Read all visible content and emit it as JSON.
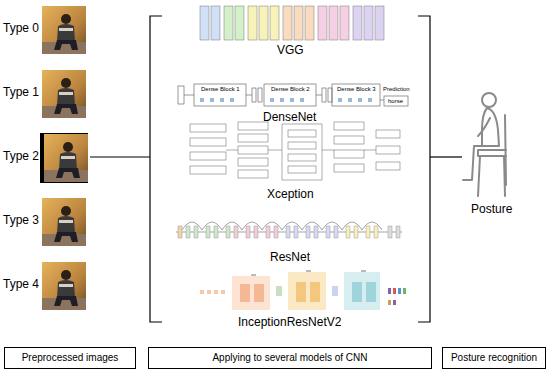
{
  "diagram": {
    "nodes": [
      {
        "text": [
          "Preprocessed images"
        ]
      },
      {
        "text": [
          "Applying to several models of CNN"
        ]
      },
      {
        "text": [
          "Posture recognition"
        ]
      }
    ],
    "labels": [
      "Type 0",
      "Type 1",
      "Type 2",
      "Type 3",
      "Type 4",
      "VGG",
      "Dense Block 1",
      "Dense Block 2",
      "Dense Block 3",
      "Prediction",
      "horse",
      "DenseNet",
      "Xception",
      "ResNet",
      "InceptionResNetV2",
      "Posture"
    ]
  }
}
